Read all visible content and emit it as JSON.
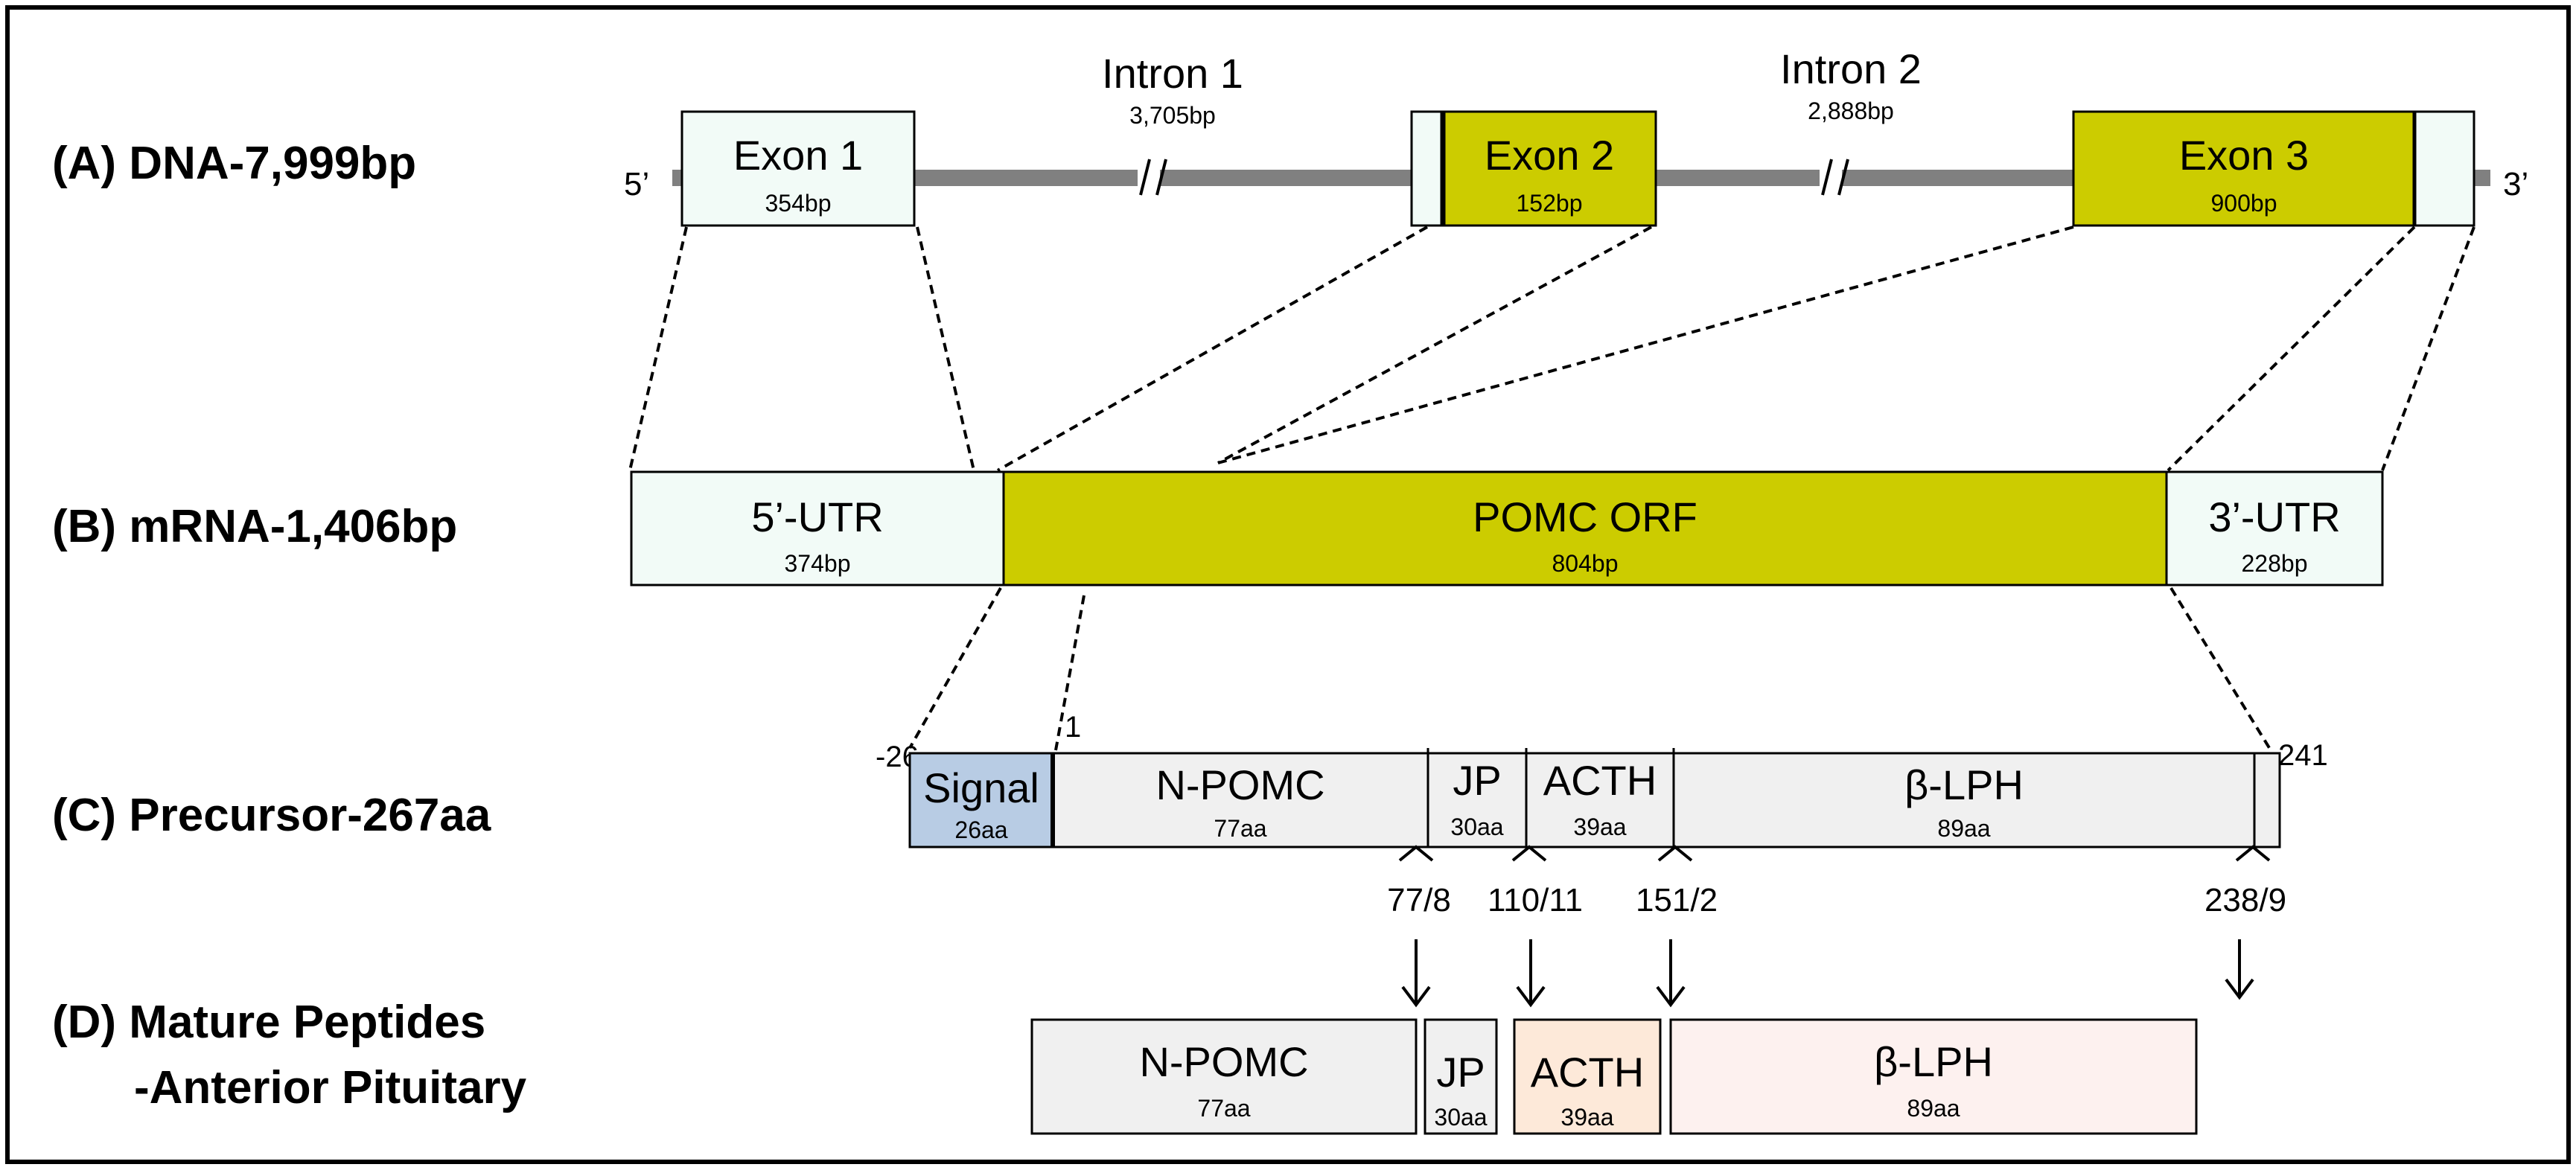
{
  "colors": {
    "exon_coding": "#cccc00",
    "exon_utr": "#f2fbf7",
    "line_gray": "#808080",
    "signal": "#b8cce4",
    "peptide_gray": "#f0f0f0",
    "acth_mature": "#fde9d9",
    "blph_mature": "#fdf1ef",
    "outline": "#000000"
  },
  "rows": {
    "a": "(A) DNA-7,999bp",
    "b": "(B) mRNA-1,406bp",
    "c": "(C) Precursor-267aa",
    "d_line1": "(D) Mature Peptides",
    "d_line2": "-Anterior Pituitary"
  },
  "dna": {
    "five_prime": "5’",
    "three_prime": "3’",
    "exon1": {
      "name": "Exon 1",
      "size": "354bp"
    },
    "exon2": {
      "name": "Exon 2",
      "size": "152bp"
    },
    "exon3": {
      "name": "Exon 3",
      "size": "900bp"
    },
    "intron1": {
      "name": "Intron 1",
      "size": "3,705bp"
    },
    "intron2": {
      "name": "Intron 2",
      "size": "2,888bp"
    }
  },
  "mrna": {
    "utr5": {
      "name": "5’-UTR",
      "size": "374bp"
    },
    "orf": {
      "name": "POMC ORF",
      "size": "804bp"
    },
    "utr3": {
      "name": "3’-UTR",
      "size": "228bp"
    }
  },
  "precursor": {
    "start": "-26",
    "one": "1",
    "end": "241",
    "signal": {
      "name": "Signal",
      "size": "26aa"
    },
    "npomc": {
      "name": "N-POMC",
      "size": "77aa"
    },
    "jp": {
      "name": "JP",
      "size": "30aa"
    },
    "acth": {
      "name": "ACTH",
      "size": "39aa"
    },
    "blph": {
      "name": "β-LPH",
      "size": "89aa"
    },
    "cleavage": [
      "77/8",
      "110/11",
      "151/2",
      "238/9"
    ]
  },
  "mature": {
    "npomc": {
      "name": "N-POMC",
      "size": "77aa"
    },
    "jp": {
      "name": "JP",
      "size": "30aa"
    },
    "acth": {
      "name": "ACTH",
      "size": "39aa"
    },
    "blph": {
      "name": "β-LPH",
      "size": "89aa"
    }
  }
}
